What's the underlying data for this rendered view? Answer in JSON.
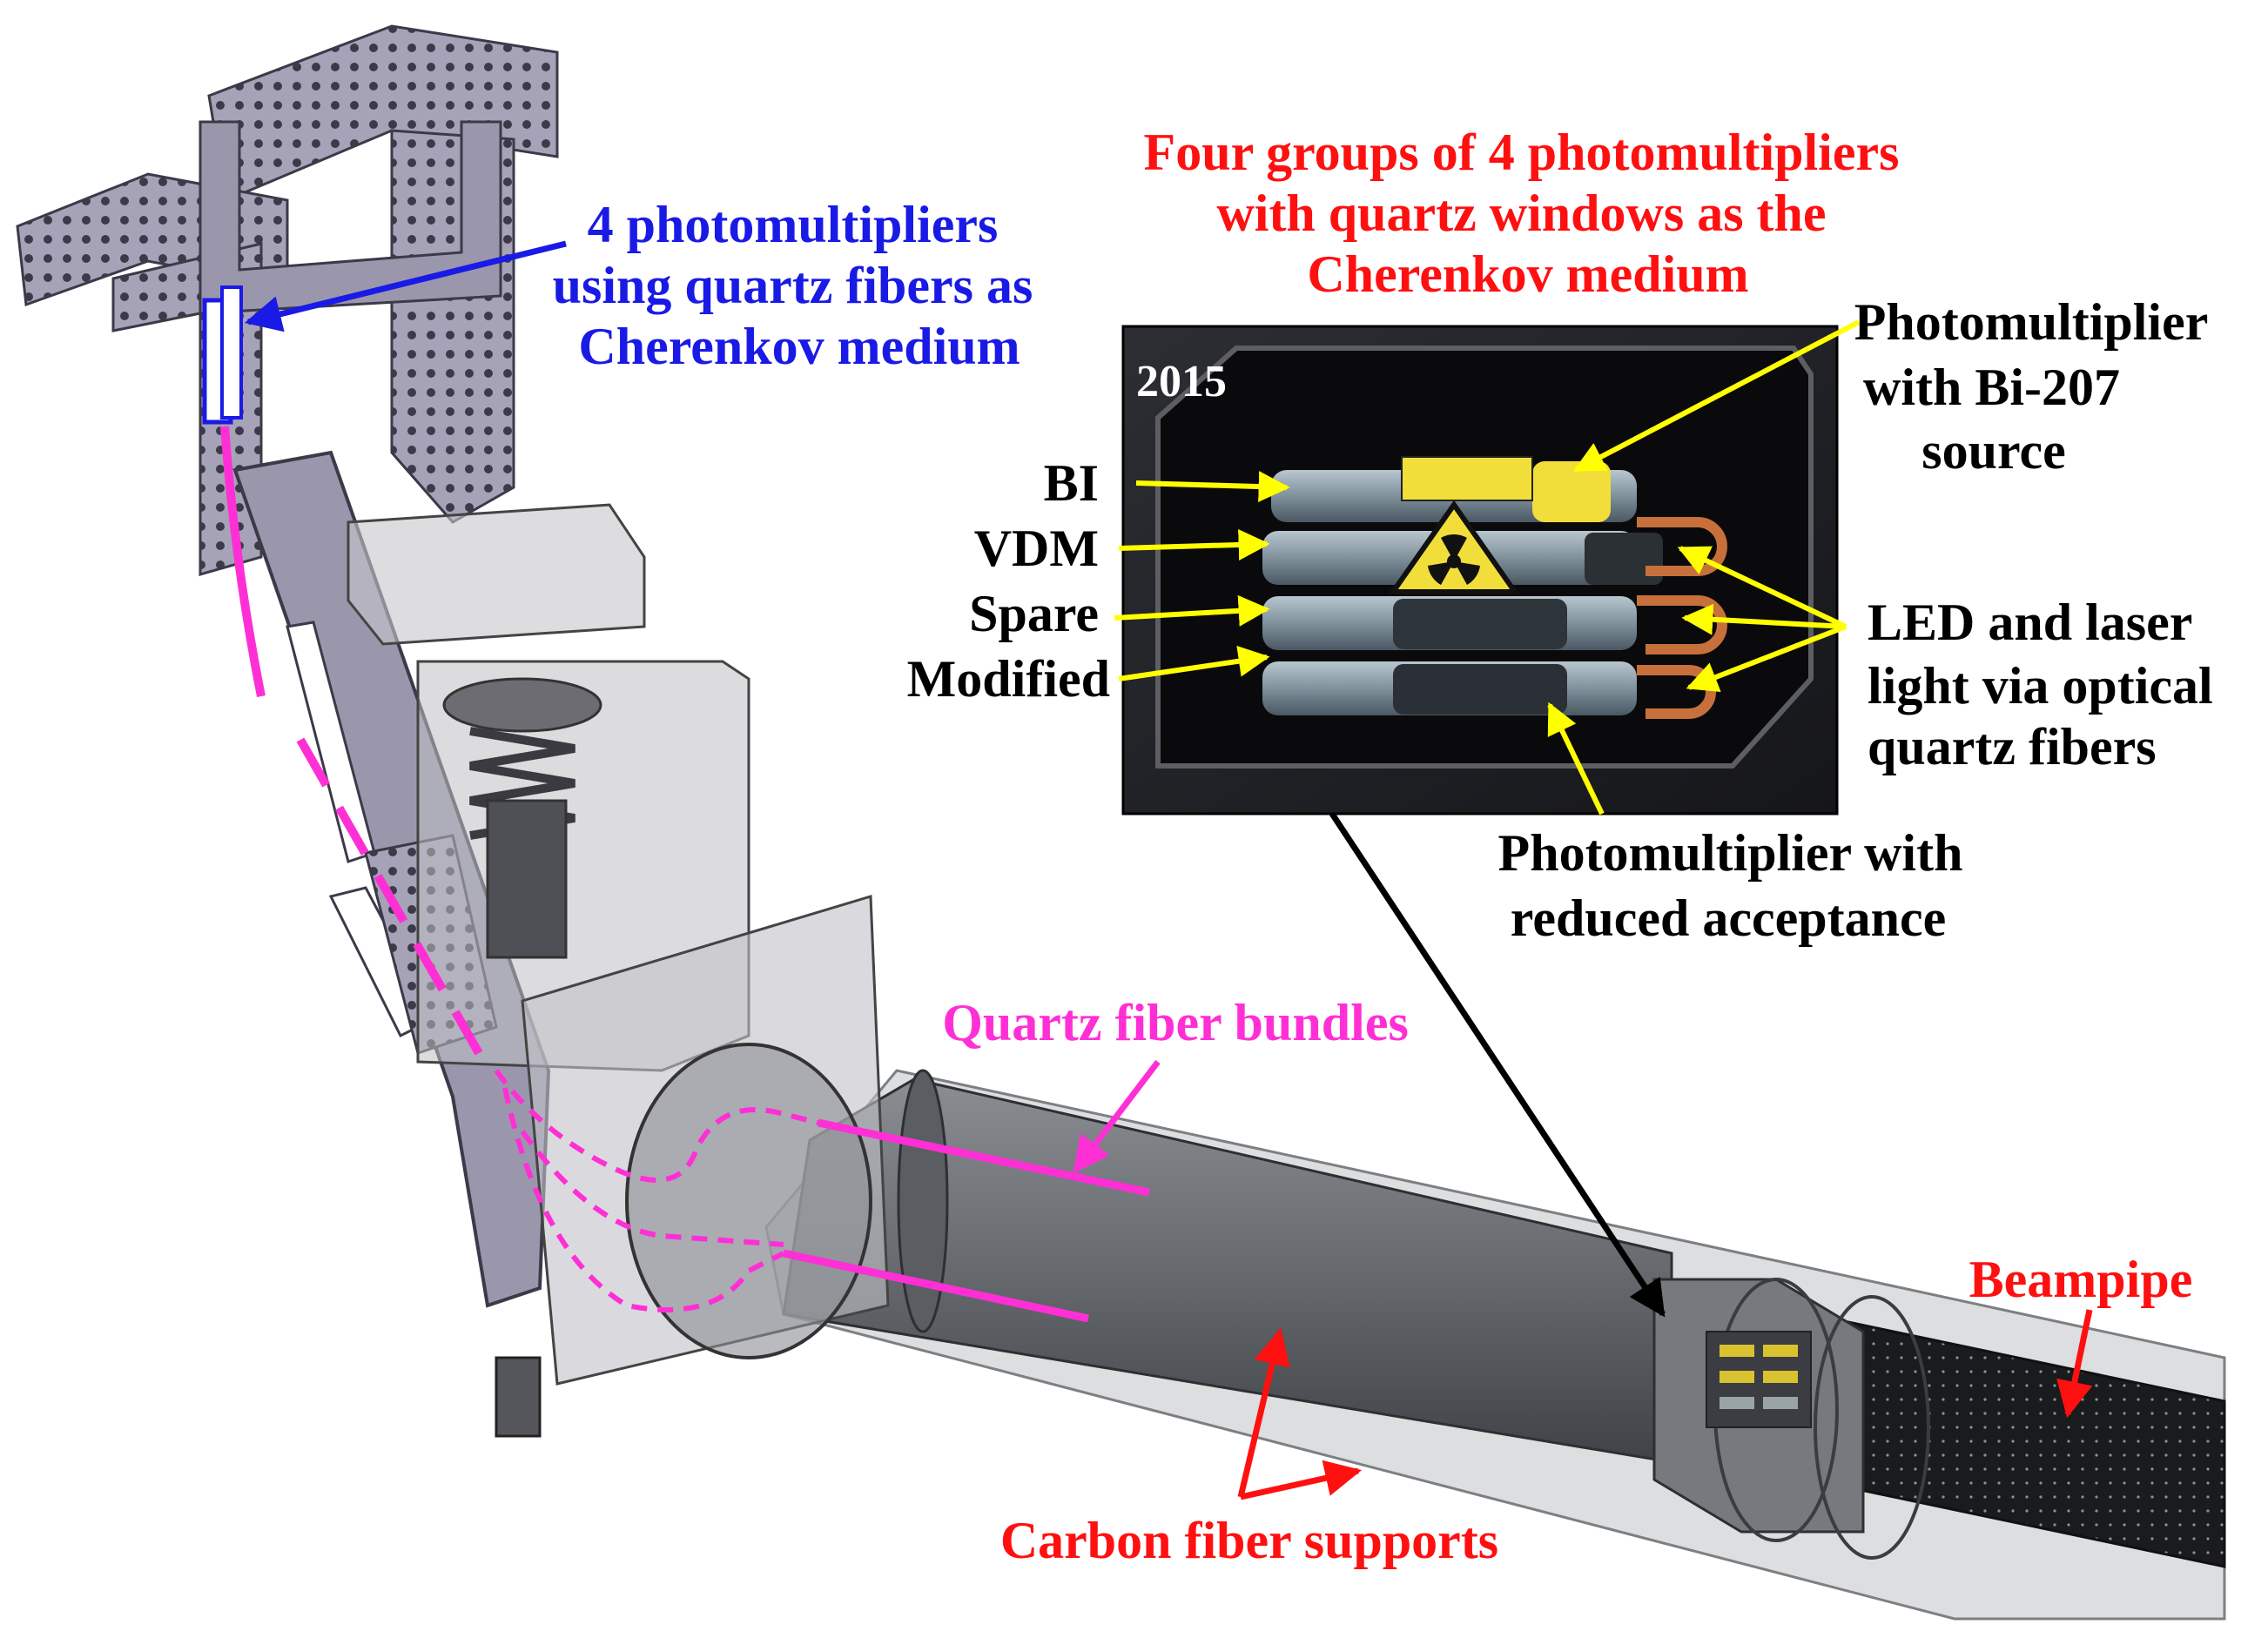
{
  "colors": {
    "blue_label": "#1a1ae6",
    "red_label": "#ff1010",
    "magenta_label": "#ff2fd6",
    "black_label": "#000000",
    "yellow_arrow": "#ffff00",
    "pipe_gray": "#6d7075",
    "frame_purple": "#9a97ad"
  },
  "labels": {
    "blue_pmt": [
      "4 photomultipliers",
      "using quartz fibers as",
      "Cherenkov medium"
    ],
    "red_groups": [
      "Four groups of 4 photomultipliers",
      "with quartz windows as the",
      "Cherenkov medium"
    ],
    "photo_year": "2015",
    "pmt_source": [
      "Photomultiplier",
      "with Bi-207",
      "source"
    ],
    "row_labels": [
      "BI",
      "VDM",
      "Spare",
      "Modified"
    ],
    "led_laser": [
      "LED and laser",
      "light via optical",
      "quartz fibers"
    ],
    "reduced": [
      "Photomultiplier with",
      "reduced acceptance"
    ],
    "quartz_bundles": "Quartz fiber bundles",
    "beampipe": "Beampipe",
    "carbon": "Carbon fiber supports"
  },
  "icons": {
    "radiation": "radiation-trefoil-icon"
  }
}
